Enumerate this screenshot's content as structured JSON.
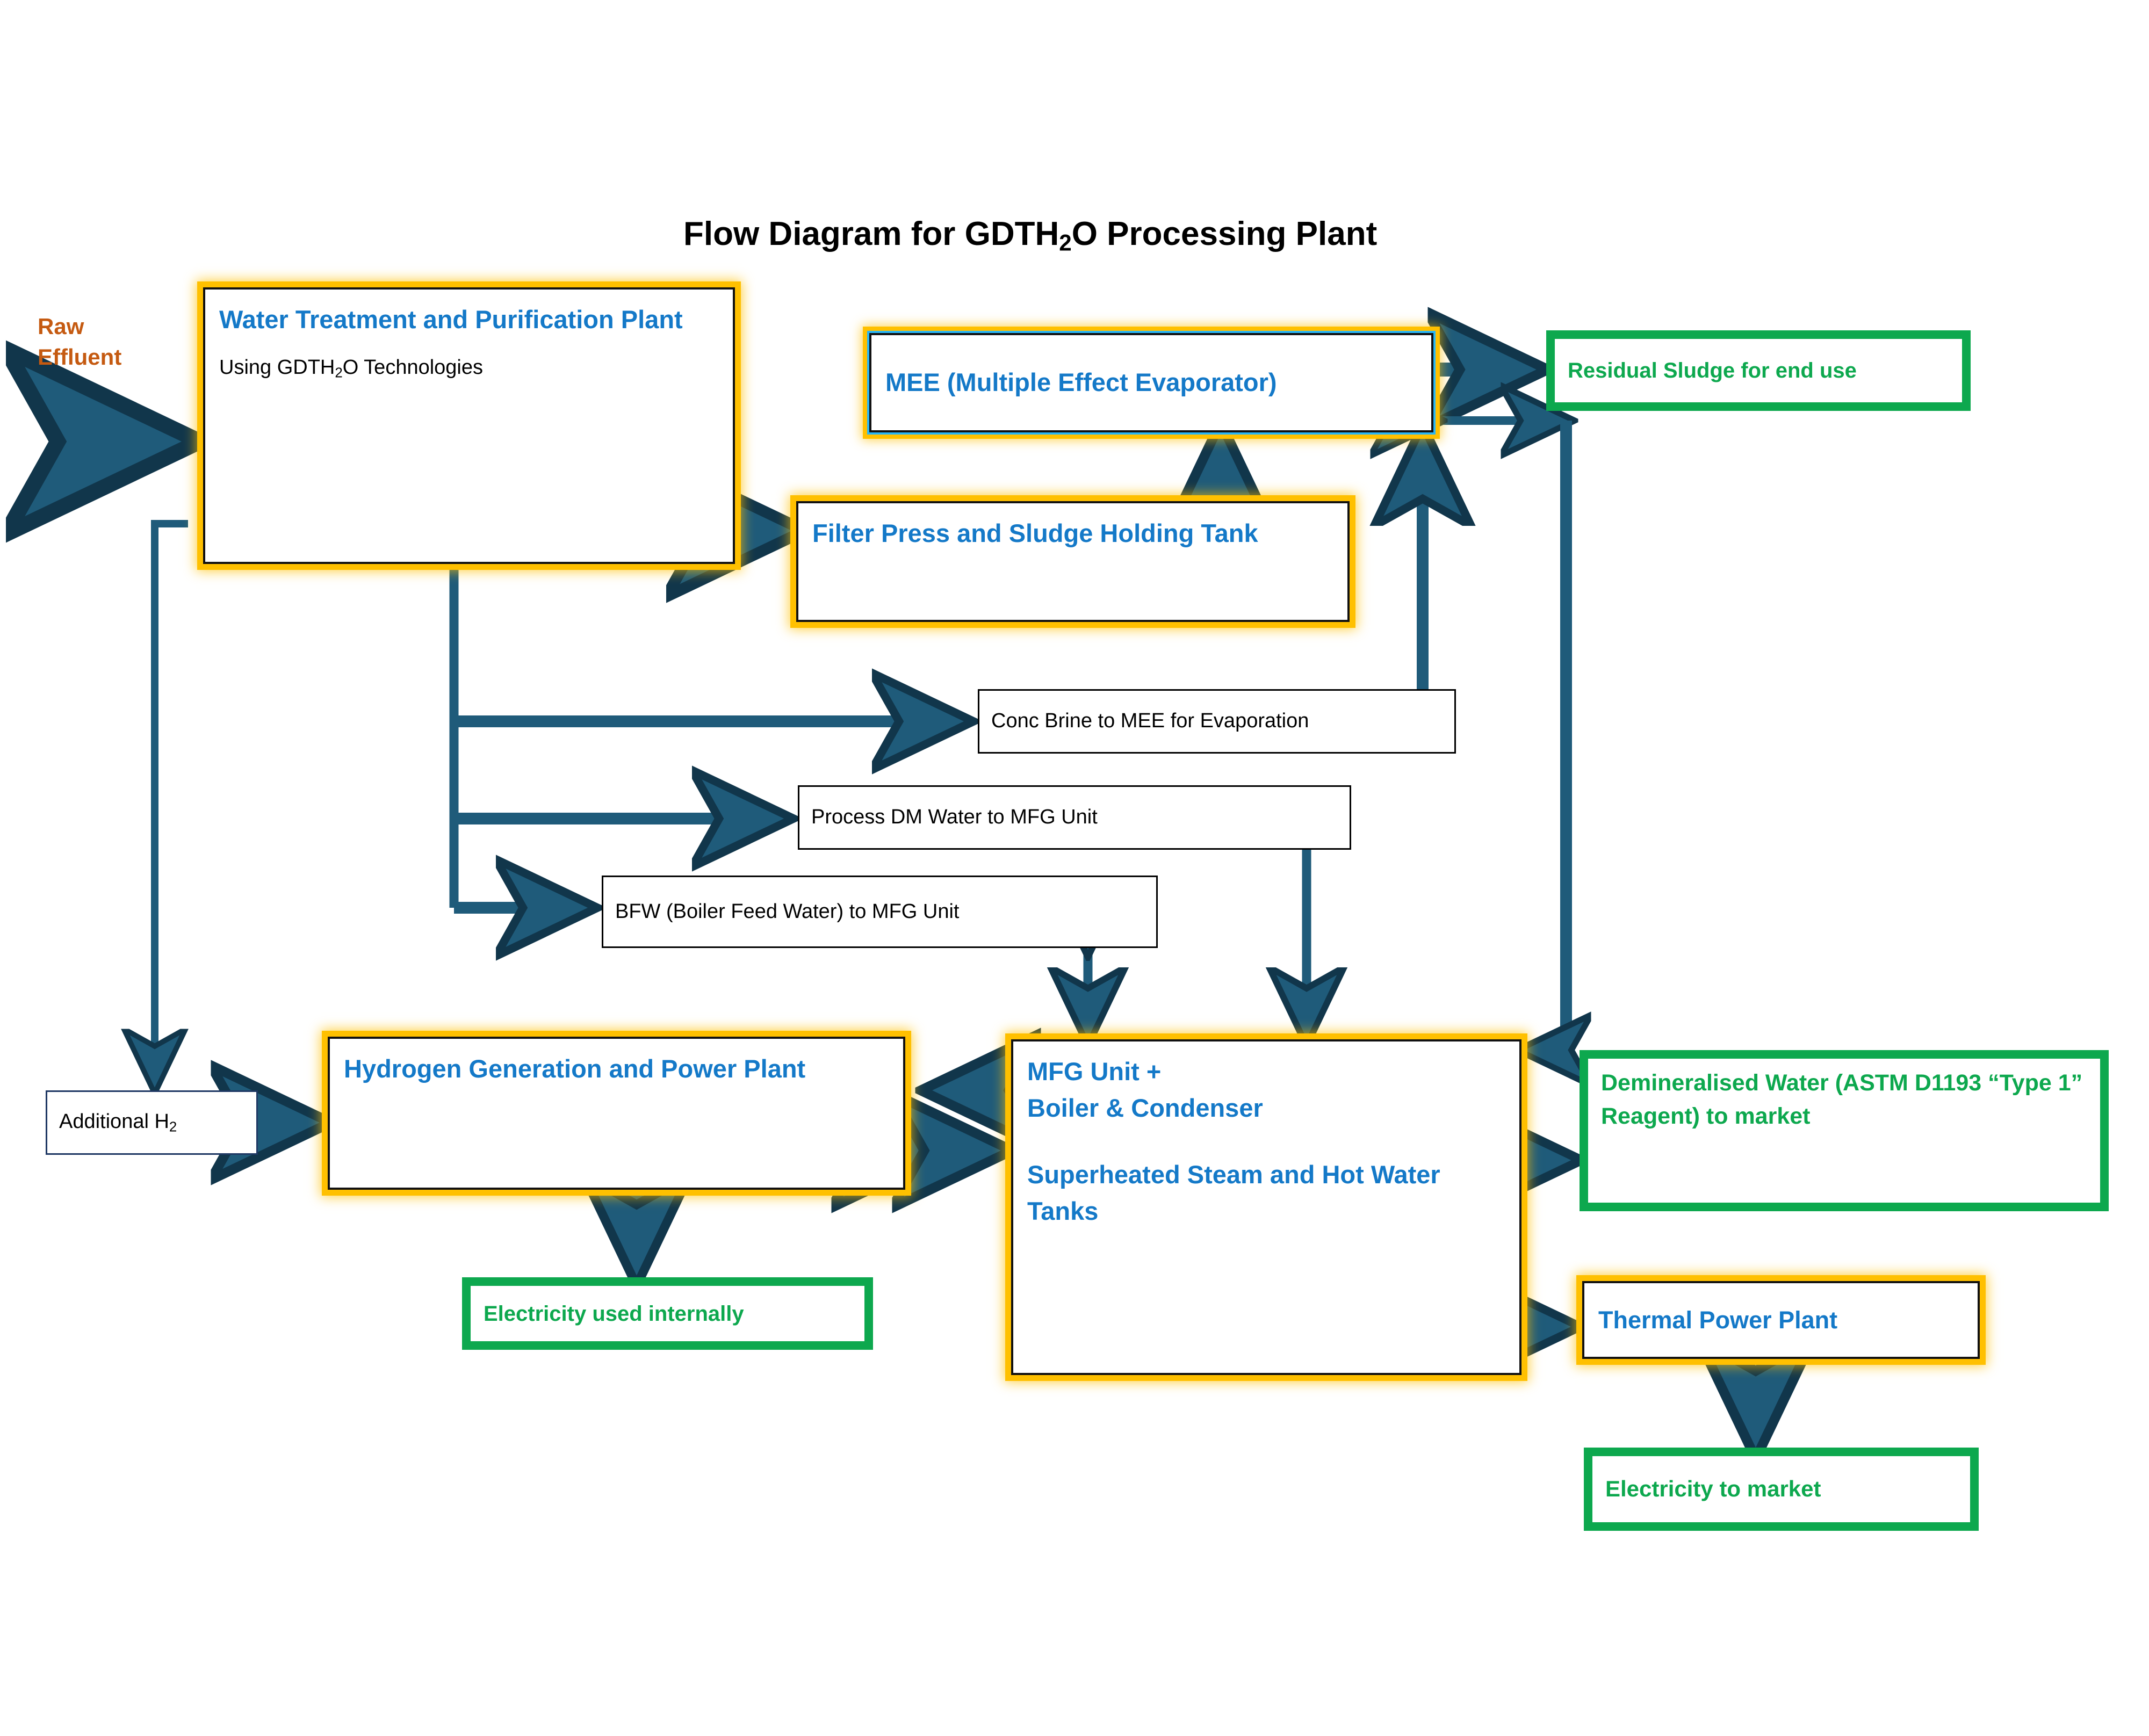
{
  "title": "Flow Diagram for GDTH₂O Processing Plant",
  "labels": {
    "raw_effluent": "Raw\nEffluent"
  },
  "colors": {
    "process_border": "#FFC000",
    "process_text": "#1479C8",
    "outcome_border": "#0DA84E",
    "outcome_text": "#0DA84E",
    "arrow": "#1F5B7A",
    "arrow_outline": "#17375E",
    "raw_effluent_text": "#C55A11",
    "plain_border": "#1F3864",
    "title_text": "#000000"
  },
  "nodes": {
    "water_treatment": {
      "kind": "process",
      "heading": "Water Treatment and Purification Plant",
      "subtext": "Using GDTH₂O Technologies"
    },
    "mee": {
      "kind": "process",
      "heading": "MEE (Multiple Effect Evaporator)"
    },
    "residual_sludge": {
      "kind": "outcome",
      "heading": "Residual Sludge for end use"
    },
    "filter_press": {
      "kind": "process",
      "heading": "Filter Press and Sludge Holding Tank"
    },
    "conc_brine": {
      "kind": "plain",
      "heading": "Conc Brine to MEE for Evaporation"
    },
    "process_dm_water": {
      "kind": "plain",
      "heading": "Process DM Water to MFG Unit"
    },
    "bfw": {
      "kind": "plain",
      "heading": "BFW (Boiler Feed Water) to MFG Unit"
    },
    "additional_h2": {
      "kind": "plain",
      "heading": "Additional H₂"
    },
    "hydrogen_plant": {
      "kind": "process",
      "heading": "Hydrogen Generation and Power Plant"
    },
    "mfg_unit": {
      "kind": "process",
      "line1": "MFG Unit +",
      "line2": "Boiler & Condenser",
      "line3": "Superheated Steam  and Hot Water Tanks"
    },
    "demineralised_water": {
      "kind": "outcome",
      "heading": "Demineralised Water (ASTM D1193 “Type 1” Reagent) to market"
    },
    "thermal_power_plant": {
      "kind": "process",
      "heading": "Thermal Power Plant"
    },
    "electricity_internal": {
      "kind": "outcome",
      "heading": "Electricity used internally"
    },
    "electricity_market": {
      "kind": "outcome",
      "heading": "Electricity to market"
    }
  },
  "connections": [
    {
      "from": "raw_effluent",
      "to": "water_treatment",
      "style": "single"
    },
    {
      "from": "water_treatment",
      "to": "filter_press",
      "style": "single"
    },
    {
      "from": "filter_press",
      "to": "mee",
      "style": "single"
    },
    {
      "from": "water_treatment",
      "to": "conc_brine",
      "style": "single"
    },
    {
      "from": "conc_brine",
      "to": "mee",
      "style": "single"
    },
    {
      "from": "water_treatment",
      "to": "process_dm_water",
      "style": "single"
    },
    {
      "from": "water_treatment",
      "to": "bfw",
      "style": "single"
    },
    {
      "from": "water_treatment",
      "to": "additional_h2",
      "style": "single"
    },
    {
      "from": "mee",
      "to": "residual_sludge",
      "style": "single"
    },
    {
      "from": "mee",
      "to": "mfg_unit",
      "style": "double"
    },
    {
      "from": "process_dm_water",
      "to": "mfg_unit",
      "style": "single"
    },
    {
      "from": "bfw",
      "to": "mfg_unit",
      "style": "double"
    },
    {
      "from": "additional_h2",
      "to": "hydrogen_plant",
      "style": "single"
    },
    {
      "from": "mfg_unit",
      "to": "hydrogen_plant",
      "style": "single"
    },
    {
      "from": "hydrogen_plant",
      "to": "mfg_unit",
      "style": "double"
    },
    {
      "from": "hydrogen_plant",
      "to": "electricity_internal",
      "style": "single"
    },
    {
      "from": "mfg_unit",
      "to": "demineralised_water",
      "style": "single"
    },
    {
      "from": "mfg_unit",
      "to": "thermal_power_plant",
      "style": "double"
    },
    {
      "from": "thermal_power_plant",
      "to": "electricity_market",
      "style": "single"
    }
  ]
}
